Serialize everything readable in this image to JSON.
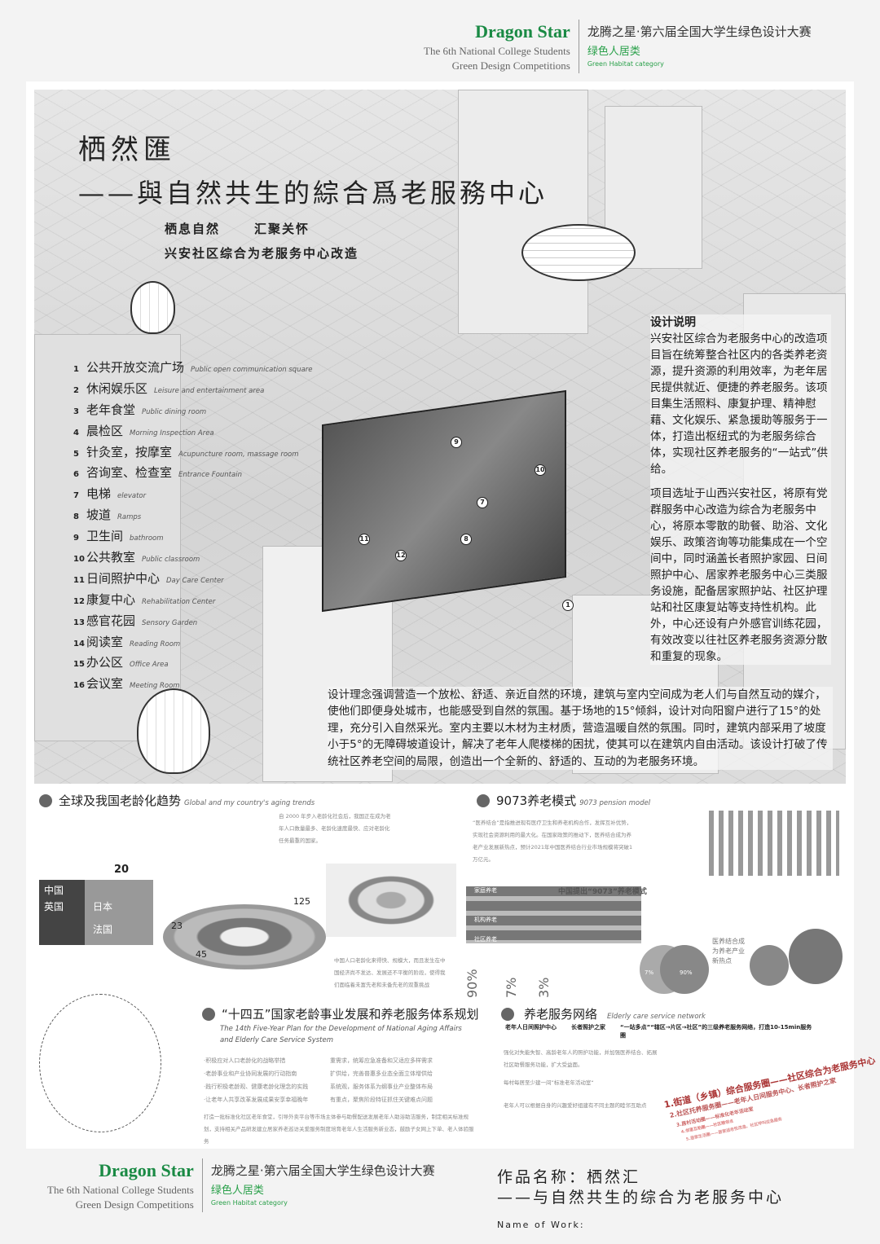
{
  "header": {
    "brand": "Dragon Star",
    "line1": "The 6th National College Students",
    "line2": "Green Design Competitions",
    "competition": "龙腾之星·第六届全国大学生绿色设计大赛",
    "category_cn": "绿色人居类",
    "category_en": "Green Habitat category"
  },
  "poster": {
    "title": "栖然匯",
    "subtitle": "——與自然共生的綜合爲老服務中心",
    "slogan1": "栖息自然",
    "slogan2": "汇聚关怀",
    "project": "兴安社区综合为老服务中心改造"
  },
  "legend": [
    {
      "n": "1",
      "cn": "公共开放交流广场",
      "en": "Public open communication square"
    },
    {
      "n": "2",
      "cn": "休闲娱乐区",
      "en": "Leisure and entertainment area"
    },
    {
      "n": "3",
      "cn": "老年食堂",
      "en": "Public dining room"
    },
    {
      "n": "4",
      "cn": "晨检区",
      "en": "Morning Inspection Area"
    },
    {
      "n": "5",
      "cn": "针灸室，按摩室",
      "en": "Acupuncture room, massage room"
    },
    {
      "n": "6",
      "cn": "咨询室、检查室",
      "en": "Entrance Fountain"
    },
    {
      "n": "7",
      "cn": "电梯",
      "en": "elevator"
    },
    {
      "n": "8",
      "cn": "坡道",
      "en": "Ramps"
    },
    {
      "n": "9",
      "cn": "卫生间",
      "en": "bathroom"
    },
    {
      "n": "10",
      "cn": "公共教室",
      "en": "Public classroom"
    },
    {
      "n": "11",
      "cn": "日间照护中心",
      "en": "Day Care Center"
    },
    {
      "n": "12",
      "cn": "康复中心",
      "en": "Rehabilitation Center"
    },
    {
      "n": "13",
      "cn": "感官花园",
      "en": "Sensory Garden"
    },
    {
      "n": "14",
      "cn": "阅读室",
      "en": "Reading Room"
    },
    {
      "n": "15",
      "cn": "办公区",
      "en": "Office Area"
    },
    {
      "n": "16",
      "cn": "会议室",
      "en": "Meeting Room"
    }
  ],
  "design_notes": {
    "heading": "设计说明",
    "p1": "兴安社区综合为老服务中心的改造项目旨在统筹整合社区内的各类养老资源，提升资源的利用效率，为老年居民提供就近、便捷的养老服务。该项目集生活照料、康复护理、精神慰藉、文化娱乐、紧急援助等服务于一体，打造出枢纽式的为老服务综合体，实现社区养老服务的“一站式”供给。",
    "p2": "项目选址于山西兴安社区，将原有党群服务中心改造为综合为老服务中心，将原本零散的助餐、助浴、文化娱乐、政策咨询等功能集成在一个空间中，同时涵盖长者照护家园、日间照护中心、居家养老服务中心三类服务设施，配备居家照护站、社区护理站和社区康复站等支持性机构。此外，中心还设有户外感官训练花园，有效改变以往社区养老服务资源分散和重复的现象。"
  },
  "concept": "设计理念强调营造一个放松、舒适、亲近自然的环境，建筑与室内空间成为老人们与自然互动的媒介，使他们即便身处城市，也能感受到自然的氛围。基于场地的15°倾斜，设计对向阳窗户进行了15°的处理，充分引入自然采光。室内主要以木材为主材质，营造温暖自然的氛围。同时，建筑内部采用了坡度小于5°的无障碍坡道设计，解决了老年人爬楼梯的困扰，使其可以在建筑内自由活动。该设计打破了传统社区养老空间的局限，创造出一个全新的、舒适的、互动的为老服务环境。",
  "aging": {
    "title": "全球及我国老龄化趋势",
    "en": "Global and my country's aging trends",
    "text1": "自 2000 年步入老龄化社会后，我国正在成为老年人口数量最多、老龄化速度最快、应对老龄化任务最重的国家。",
    "text2": "中国人口老龄化来得快、规模大，而且发生在中国经济尚不发达、发展还不平衡的阶段，使得我们面临着未富先老和未备先老的双重挑战",
    "countries": [
      "中国",
      "英国",
      "日本",
      "法国"
    ],
    "numbers": [
      "125",
      "45",
      "23",
      "20"
    ]
  },
  "model9073": {
    "title": "9073养老模式",
    "en": "9073 pension model",
    "text": "“医养结合”是指推进现有医疗卫生和养老机构合作，发挥互补优势，实现社会资源利用的最大化。在国家政策的推动下，医养结合成为养老产业发展新热点，预计2021年中国医养结合行业市场规模将突破1万亿元。",
    "banner": "中国提出“9073”养老模式",
    "rows": [
      "家庭养老",
      "机构养老",
      "社区养老"
    ],
    "percents": [
      "90%",
      "7%",
      "3%"
    ],
    "hot": "医养结合成为养老产业新热点",
    "venn": [
      "7%",
      "90%"
    ]
  },
  "plan": {
    "title": "“十四五”国家老龄事业发展和养老服务体系规划",
    "en1": "The 14th Five-Year Plan for the Development of National Aging Affairs",
    "en2": "and Elderly Care Service System",
    "col1": [
      "·积极应对人口老龄化的战略举措",
      "·老龄事业和产业协同发展的行动指南",
      "·践行积极老龄观、健康老龄化理念的实践",
      "·让老年人共享改革发展成果安享幸福晚年"
    ],
    "col2": [
      "重需求，统筹应急准备和又适应多样需求",
      "扩供给，完善普惠多业态全面立体增供给",
      "系统观，服务体系为纲事业产业整体布局",
      "有重点，聚焦阶段特征抓住关键难点问题"
    ],
    "para": "打造一批标准化社区老年食堂，引导外卖平台等市场主体参与助餐配送发展老年人助浴助洁服务，制定相关标准规划，支持相关产品研发建立居家养老巡访关爱服务制度培育老年人生活服务新业态，鼓励子女网上下单、老人体验服务"
  },
  "network": {
    "title": "养老服务网络",
    "en": "Elderly care service network",
    "labels": [
      "老年人日间照护中心",
      "长者照护之家",
      "“一站多点”“辖区→片区→社区”的三级养老服务网络，打造10-15min服务圈"
    ],
    "t1": "强化对失能失智、高龄老年人的照护功能，并加强医养结合、拓展社区助餐服务功能，扩大受益面。",
    "t2": "每村每居至少建一间”标准老年活动室“",
    "t3": "老年人可以根据自身的兴趣爱好组建有不同主题的睦邻互助点",
    "arcs": [
      "1.街道（乡镇）综合服务圈——社区综合为老服务中心",
      "2.社区托养服务圈——老年人日间服务中心、长者照护之家",
      "3.居村活动圈——标准化老年活动室",
      "4.邻里互助圈——社区睦邻点",
      "5.居家生活圈——居家适老性改造、社区呼叫应急服务"
    ]
  },
  "work": {
    "label": "作品名称：栖然汇",
    "subtitle": "——与自然共生的综合为老服务中心",
    "en": "Name of Work:"
  }
}
